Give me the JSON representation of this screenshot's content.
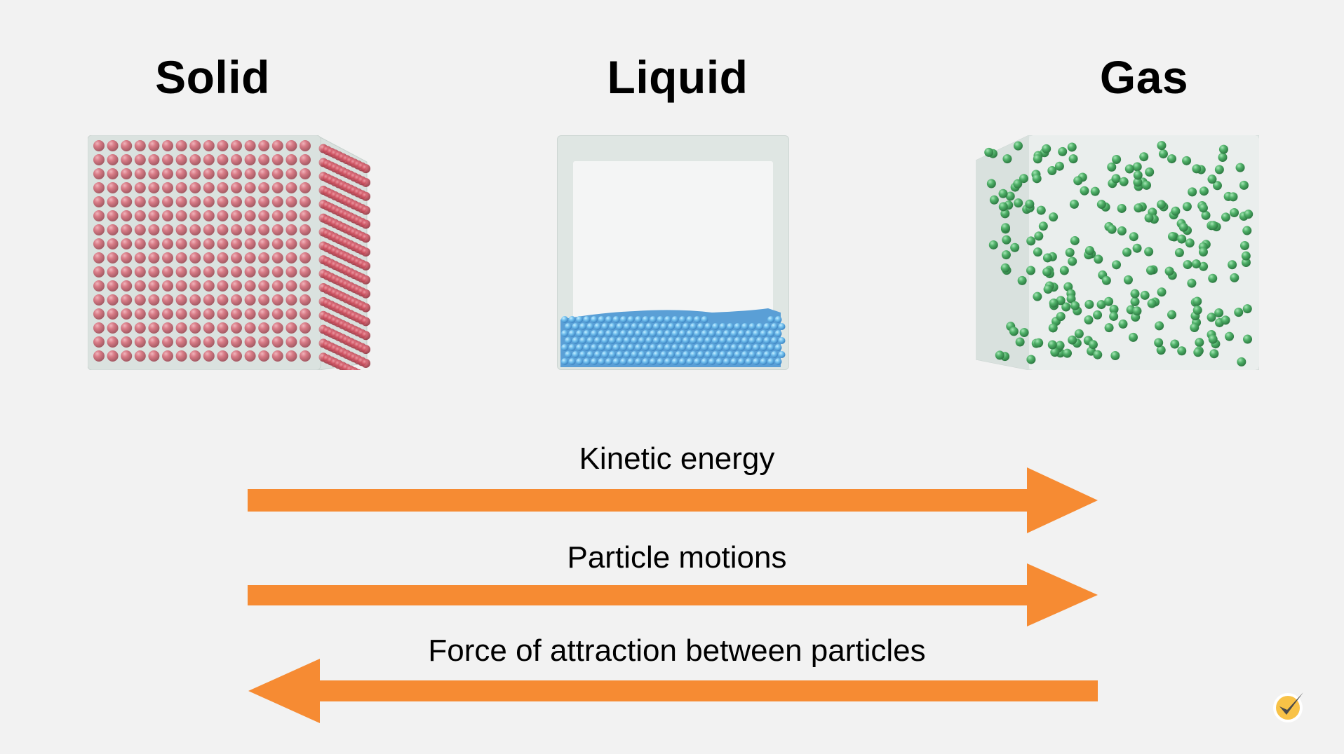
{
  "states": [
    {
      "name": "Solid",
      "particle_color": "#c9505e",
      "arrangement": "tightly packed lattice"
    },
    {
      "name": "Liquid",
      "particle_color": "#5aa6de",
      "arrangement": "close, settled at bottom"
    },
    {
      "name": "Gas",
      "particle_color": "#4fae6a",
      "arrangement": "spread out randomly"
    }
  ],
  "arrows": [
    {
      "label": "Kinetic energy",
      "direction": "right",
      "color": "#f68b33"
    },
    {
      "label": "Particle motions",
      "direction": "right",
      "color": "#f68b33"
    },
    {
      "label": "Force of attraction between particles",
      "direction": "left",
      "color": "#f68b33"
    }
  ],
  "logo": {
    "icon": "checkmark-badge-icon",
    "bg_color": "#f8c247",
    "check_color": "#4a4a4a"
  }
}
